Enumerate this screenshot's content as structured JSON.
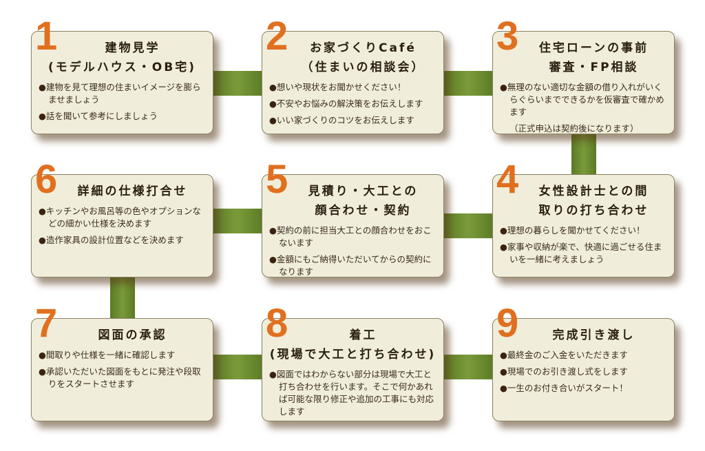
{
  "steps": [
    {
      "num": "1",
      "title": [
        "建物見学",
        "(モデルハウス・OB宅)"
      ],
      "bullets": [
        "建物を見て理想の住まいイメージを膨らませましょう",
        "話を聞いて参考にしましょう"
      ]
    },
    {
      "num": "2",
      "title": [
        "お家づくりCafé",
        "（住まいの相談会）"
      ],
      "bullets": [
        "想いや現状をお聞かせください！",
        "不安やお悩みの解決策をお伝えします",
        "いい家づくりのコツをお伝えします"
      ]
    },
    {
      "num": "3",
      "title": [
        "住宅ローンの事前",
        "審査・FP相談"
      ],
      "bullets": [
        "無理のない適切な金額の借り入れがいくらぐらいまでできるかを仮審査で確かめます"
      ],
      "note": "（正式申込は契約後になります）"
    },
    {
      "num": "4",
      "title": [
        "女性設計士との間",
        "取りの打ち合わせ"
      ],
      "bullets": [
        "理想の暮らしを聞かせてください！",
        "家事や収納が楽で、快適に過ごせる住まいを一緒に考えましょう"
      ]
    },
    {
      "num": "5",
      "title": [
        "見積り・大工との",
        "顔合わせ・契約"
      ],
      "bullets": [
        "契約の前に担当大工との顔合わせをおこないます",
        "金額にもご納得いただいてからの契約になります"
      ]
    },
    {
      "num": "6",
      "title": [
        "詳細の仕様打合せ"
      ],
      "bullets": [
        "キッチンやお風呂等の色やオプションなどの細かい仕様を決めます",
        "造作家具の設計位置などを決めます"
      ]
    },
    {
      "num": "7",
      "title": [
        "図面の承認"
      ],
      "bullets": [
        "間取りや仕様を一緒に確認します",
        "承認いただいた図面をもとに発注や段取りをスタートさせます"
      ]
    },
    {
      "num": "8",
      "title": [
        "着工",
        "(現場で大工と打ち合わせ)"
      ],
      "bullets": [
        "図面ではわからない部分は現場で大工と打ち合わせを行います。そこで何かあれば可能な限り修正や追加の工事にも対応します"
      ]
    },
    {
      "num": "9",
      "title": [
        "完成引き渡し"
      ],
      "bullets": [
        "最終金のご入金をいただきます",
        "現場でのお引き渡し式をします",
        "一生のお付き合いがスタート！"
      ]
    }
  ]
}
